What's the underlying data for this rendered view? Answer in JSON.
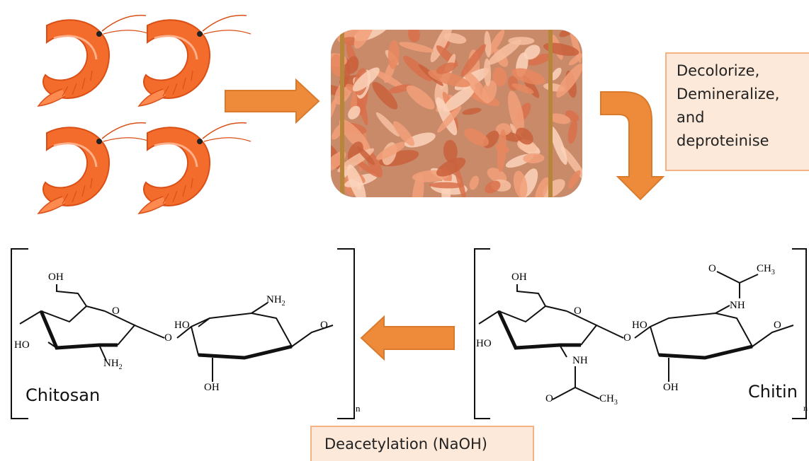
{
  "process_step": {
    "text": "Decolorize,\nDemineralize,\nand\ndeproteinise",
    "icon": "orange-block-arrow"
  },
  "reaction": {
    "reagent_label": "Deacetylation (NaOH)"
  },
  "chitosan": {
    "name": "Chitosan",
    "repeat": "n",
    "groups": {
      "oh_top": "OH",
      "ho_left": "HO",
      "ho_mid": "HO",
      "oh_bottom": "OH",
      "nh2": "NH",
      "sub2": "2",
      "o_ring": "O",
      "o_link": "O"
    }
  },
  "chitin": {
    "name": "Chitin",
    "repeat": "n",
    "groups": {
      "oh_top": "OH",
      "ho_left": "HO",
      "ho_mid": "HO",
      "oh_bottom": "OH",
      "nh": "NH",
      "ch3": "CH",
      "sub3": "3",
      "o_ring": "O",
      "o_link": "O",
      "o_carbonyl": "O"
    }
  },
  "colors": {
    "arrow": "#ed8b3a",
    "arrow_edge": "#d97a2c",
    "box_fill": "#fde9d9",
    "box_border": "#f4b183",
    "shrimp": "#f36c2b"
  }
}
